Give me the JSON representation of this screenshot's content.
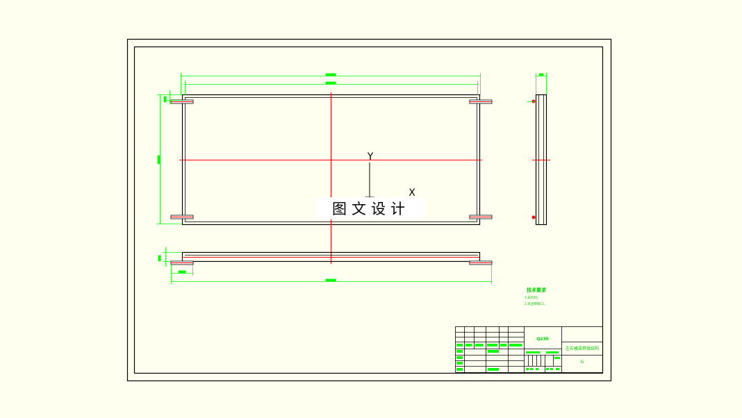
{
  "drawing": {
    "watermark": "图文设计",
    "axis_y_label": "Y",
    "axis_x_label": "X",
    "tech_req_title": "技术要求",
    "tech_req_lines": [
      "1.去毛刺。",
      "2.未注倒角C1。"
    ],
    "material": "Q235",
    "part_name": "左右横梁焊接结构",
    "sheet_marker": "G"
  },
  "colors": {
    "background": "#fffff0",
    "frame": "#000000",
    "dimension": "#00ff00",
    "centerline": "#ff0000"
  }
}
